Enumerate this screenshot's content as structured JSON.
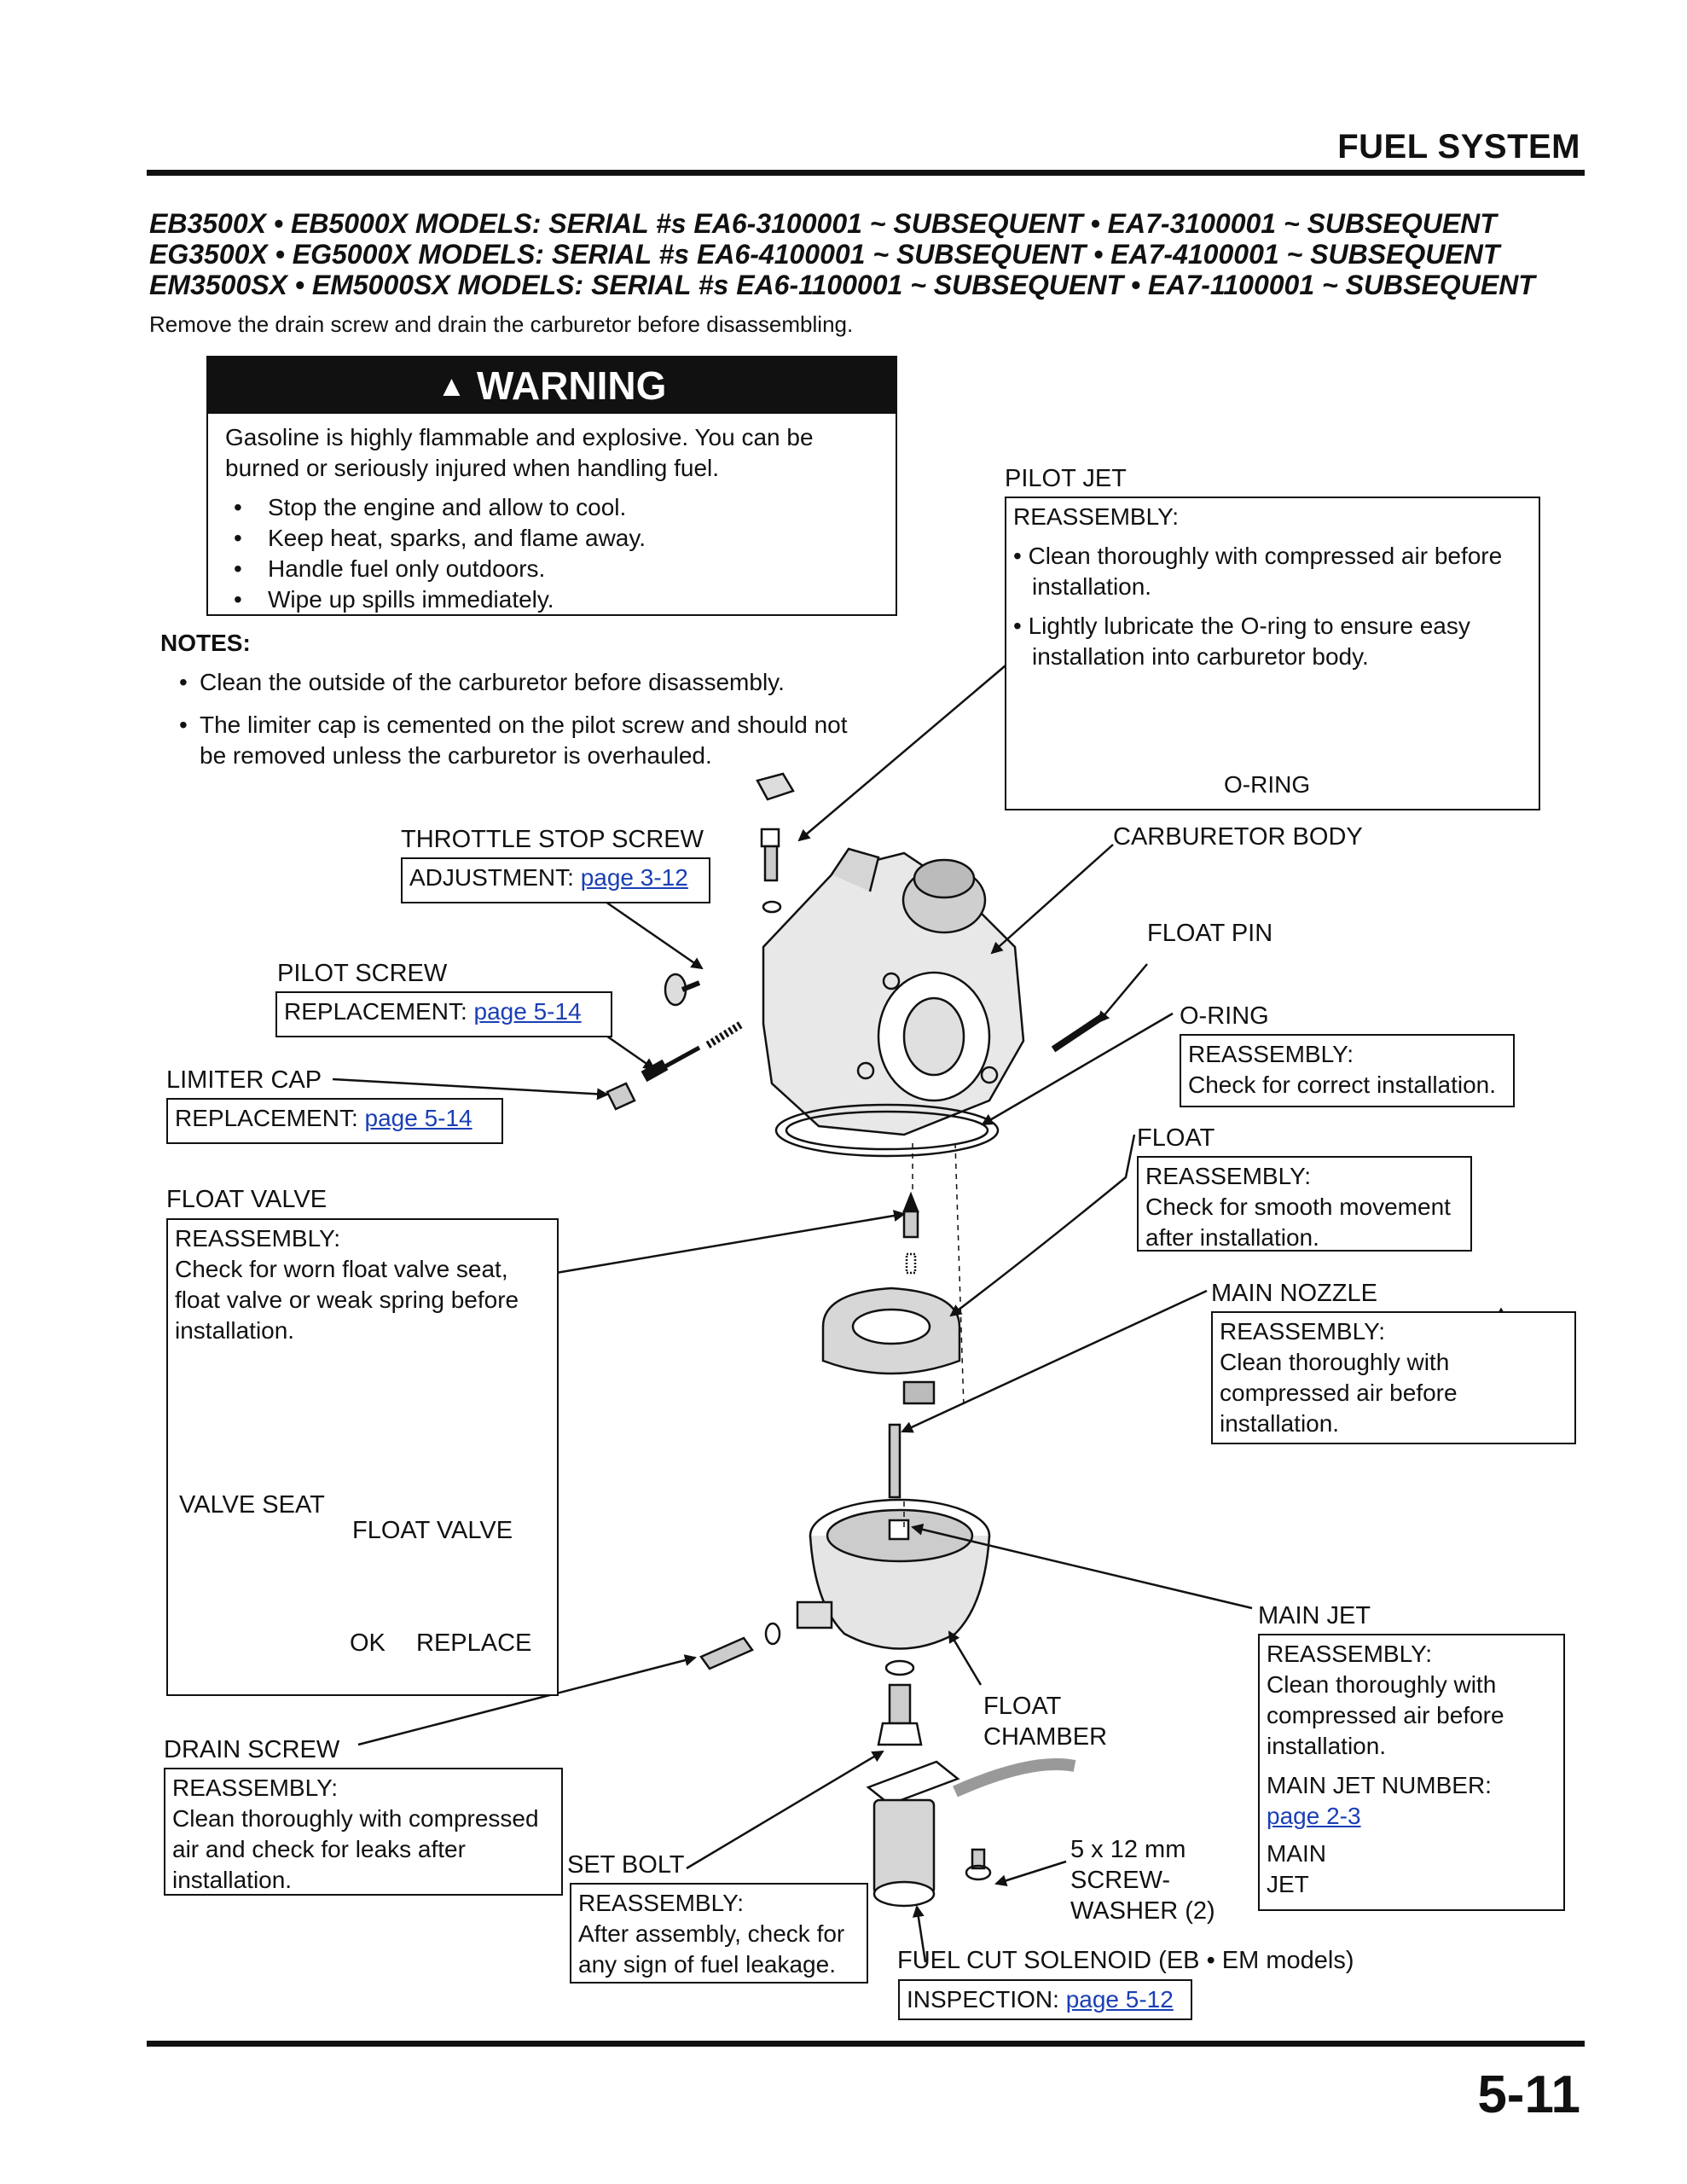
{
  "header": {
    "section": "FUEL SYSTEM"
  },
  "models": [
    "EB3500X • EB5000X MODELS: SERIAL #s EA6-3100001 ~ SUBSEQUENT • EA7-3100001 ~ SUBSEQUENT",
    "EG3500X • EG5000X MODELS: SERIAL #s EA6-4100001 ~ SUBSEQUENT • EA7-4100001 ~ SUBSEQUENT",
    "EM3500SX • EM5000SX MODELS: SERIAL #s EA6-1100001 ~ SUBSEQUENT • EA7-1100001 ~ SUBSEQUENT"
  ],
  "intro": "Remove the drain screw and drain the carburetor before disassembling.",
  "warning": {
    "title": "WARNING",
    "text": "Gasoline is highly flammable and explosive. You can be burned or seriously injured when handling fuel.",
    "items": [
      "Stop the engine and allow to cool.",
      "Keep heat, sparks, and flame away.",
      "Handle fuel only outdoors.",
      "Wipe up spills immediately."
    ]
  },
  "notes": {
    "title": "NOTES:",
    "items": [
      "Clean the outside of the carburetor before disassembly.",
      "The limiter cap is cemented on the pilot screw and should not be removed unless the carburetor is overhauled."
    ]
  },
  "callouts": {
    "pilot_jet": {
      "label": "PILOT JET",
      "head": "REASSEMBLY:",
      "b1": "• Clean thoroughly with compressed air before",
      "b1b": "installation.",
      "b2": "• Lightly lubricate the O-ring to ensure easy",
      "b2b": "installation into carburetor body.",
      "oring": "O-RING"
    },
    "throttle_stop": {
      "label": "THROTTLE STOP SCREW",
      "prefix": "ADJUSTMENT: ",
      "link": "page 3-12"
    },
    "carb_body": {
      "label": "CARBURETOR BODY"
    },
    "float_pin": {
      "label": "FLOAT PIN"
    },
    "pilot_screw": {
      "label": "PILOT SCREW",
      "prefix": "REPLACEMENT: ",
      "link": "page 5-14"
    },
    "oring": {
      "label": "O-RING",
      "head": "REASSEMBLY:",
      "text": "Check for correct installation."
    },
    "limiter_cap": {
      "label": "LIMITER CAP",
      "prefix": "REPLACEMENT: ",
      "link": "page 5-14"
    },
    "float": {
      "label": "FLOAT",
      "head": "REASSEMBLY:",
      "l1": "Check for smooth movement",
      "l2": "after installation."
    },
    "float_valve": {
      "label": "FLOAT VALVE",
      "head": "REASSEMBLY:",
      "l1": "Check for worn float valve seat,",
      "l2": "float valve or weak spring before",
      "l3": "installation.",
      "valve_seat": "VALVE SEAT",
      "fv": "FLOAT VALVE",
      "ok": "OK",
      "replace": "REPLACE"
    },
    "main_nozzle": {
      "label": "MAIN NOZZLE",
      "head": "REASSEMBLY:",
      "l1": "Clean thoroughly with",
      "l2": "compressed air before",
      "l3": "installation."
    },
    "main_jet": {
      "label": "MAIN JET",
      "head": "REASSEMBLY:",
      "l1": "Clean thoroughly with",
      "l2": "compressed air before",
      "l3": "installation.",
      "num": "MAIN JET NUMBER:",
      "link": "page 2-3",
      "mj1": "MAIN",
      "mj2": "JET"
    },
    "float_chamber": {
      "l1": "FLOAT",
      "l2": "CHAMBER"
    },
    "drain_screw": {
      "label": "DRAIN SCREW",
      "head": "REASSEMBLY:",
      "l1": "Clean thoroughly with compressed",
      "l2": "air and check for leaks after",
      "l3": "installation."
    },
    "set_bolt": {
      "label": "SET BOLT",
      "head": "REASSEMBLY:",
      "l1": "After assembly, check for",
      "l2": "any sign of fuel leakage."
    },
    "screw_washer": {
      "l1": "5 x 12 mm",
      "l2": "SCREW-",
      "l3": "WASHER (2)"
    },
    "fuel_cut": {
      "label": "FUEL CUT SOLENOID (EB • EM models)",
      "prefix": "INSPECTION: ",
      "link": "page 5-12"
    }
  },
  "footer": {
    "page": "5-11"
  }
}
